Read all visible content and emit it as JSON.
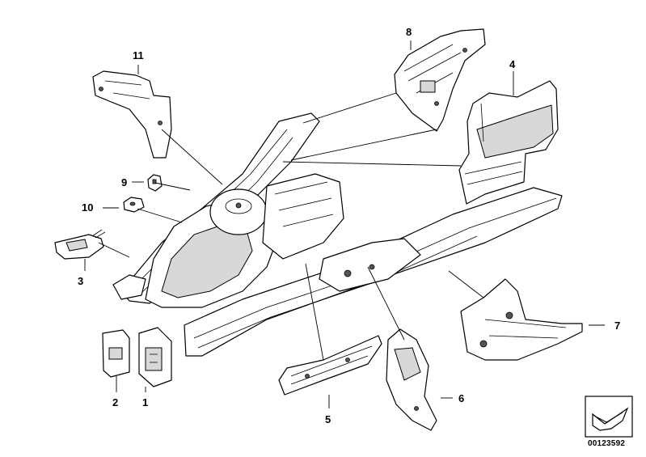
{
  "diagram": {
    "callouts": [
      {
        "id": "part-1",
        "label": "1"
      },
      {
        "id": "part-2",
        "label": "2"
      },
      {
        "id": "part-3",
        "label": "3"
      },
      {
        "id": "part-4",
        "label": "4"
      },
      {
        "id": "part-5",
        "label": "5"
      },
      {
        "id": "part-6",
        "label": "6"
      },
      {
        "id": "part-7",
        "label": "7"
      },
      {
        "id": "part-8",
        "label": "8"
      },
      {
        "id": "part-9",
        "label": "9"
      },
      {
        "id": "part-10",
        "label": "10"
      },
      {
        "id": "part-11",
        "label": "11"
      }
    ],
    "reference_number": "00123592",
    "icons": [
      "direction-arrow-icon"
    ],
    "colors": {
      "line": "#000000",
      "background": "#ffffff",
      "shade": "#d8d8d8"
    }
  }
}
